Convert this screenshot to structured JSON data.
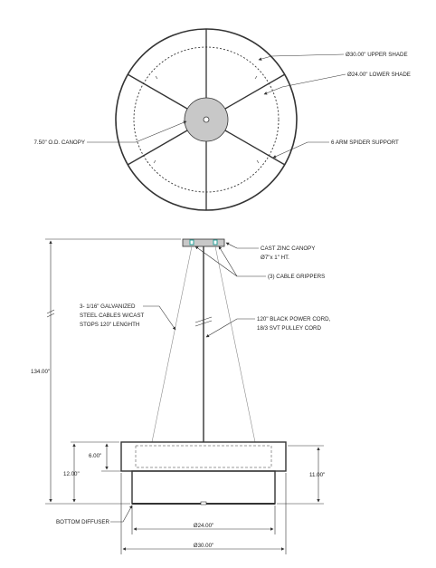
{
  "top_view": {
    "upper_shade": "Ø30.00\" UPPER SHADE",
    "lower_shade": "Ø24.00\" LOWER SHADE",
    "canopy": "7.50\" O.D. CANOPY",
    "spider": "6 ARM SPIDER  SUPPORT"
  },
  "elevation": {
    "canopy_name": "CAST ZINC CANOPY",
    "canopy_size": "Ø7\"x 1\" HT.",
    "grippers": "(3) CABLE GRIPPERS",
    "cables_1": "3- 1/16\" GALVANIZED",
    "cables_2": "STEEL CABLES W/CAST",
    "cables_3": "STOPS 120\" LENGHTH",
    "cord_1": "120\" BLACK POWER CORD,",
    "cord_2": "18/3 SVT PULLEY CORD",
    "bottom_diffuser": "BOTTOM DIFFUSER"
  },
  "dimensions": {
    "overall_height": "134.00\"",
    "shade_height": "6.00\"",
    "total_height_left": "12.00\"",
    "total_height_right": "11.00\"",
    "lower_diameter": "Ø24.00\"",
    "upper_diameter": "Ø30.00\""
  },
  "colors": {
    "line": "#333333",
    "canopy_fill": "#c8c8c8",
    "accent": "#2aa198"
  }
}
